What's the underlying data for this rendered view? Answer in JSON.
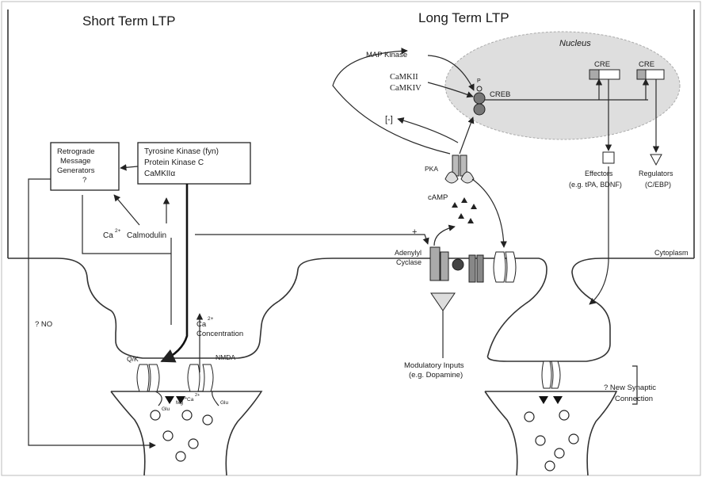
{
  "headings": {
    "short_term": "Short Term LTP",
    "long_term": "Long Term LTP"
  },
  "nucleus": {
    "title": "Nucleus",
    "map_kinase": "MAP Kinase",
    "camkii": "CaMKII",
    "camkiv": "CaMKIV",
    "p": "P",
    "creb": "CREB",
    "cre_1": "CRE",
    "cre_2": "CRE"
  },
  "left": {
    "retrograde_1": "Retrograde",
    "retrograde_2": "Message",
    "retrograde_3": "Generators",
    "retrograde_4": "?",
    "kinase_1": "Tyrosine Kinase (fyn)",
    "kinase_2": "Protein Kinase C",
    "kinase_3": "CaMKIIα",
    "ca_calmodulin": "Ca",
    "ca_sup": "2+",
    "calmodulin": "Calmodulin",
    "no": "? NO",
    "ca_conc_1": "Ca",
    "ca_conc_sup": "2+",
    "ca_conc_2": "Concentration",
    "qk": "Q/K",
    "nmda": "NMDA",
    "glu_1": "Glu",
    "ca_2": "Ca",
    "ca_2_sup": "2+",
    "glu_2": "Glu",
    "mg": "Mg",
    "mg_sup": "2+"
  },
  "right": {
    "minus": "[-]",
    "pka": "PKA",
    "camp": "cAMP",
    "plus": "+",
    "adenylyl_1": "Adenylyl",
    "adenylyl_2": "Cyclase",
    "effectors_1": "Effectors",
    "effectors_2": "(e.g. tPA, BDNF)",
    "regulators_1": "Regulators",
    "regulators_2": "(C/EBP)",
    "cytoplasm": "Cytoplasm",
    "mod_1": "Modulatory Inputs",
    "mod_2": "(e.g. Dopamine)",
    "new_syn_1": "? New Synaptic",
    "new_syn_2": "Connection"
  }
}
